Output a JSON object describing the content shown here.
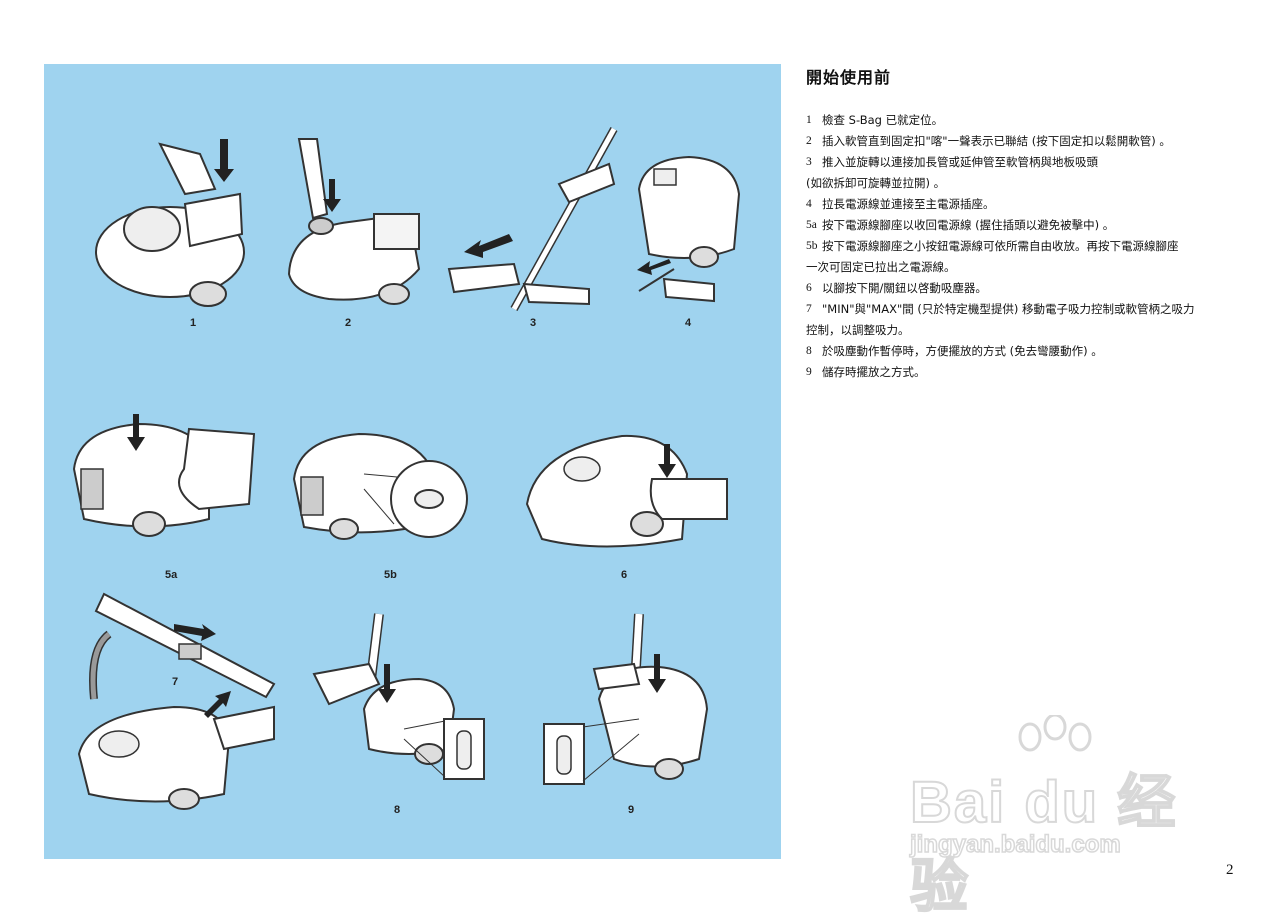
{
  "title": "開始使用前",
  "figure_labels": [
    "1",
    "2",
    "3",
    "4",
    "5a",
    "5b",
    "6",
    "7",
    "8",
    "9"
  ],
  "steps": [
    {
      "num": "1",
      "text": "檢查 S-Bag 已就定位。"
    },
    {
      "num": "2",
      "text": "插入軟管直到固定扣\"喀\"一聲表示已聯結 (按下固定扣以鬆開軟管) 。"
    },
    {
      "num": "3",
      "text": "推入並旋轉以連接加長管或延伸管至軟管柄與地板吸頭",
      "cont": "(如欲拆卸可旋轉並拉開) 。"
    },
    {
      "num": "4",
      "text": "拉長電源線並連接至主電源插座。"
    },
    {
      "num": "5a",
      "text": "按下電源線腳座以收回電源線 (握住插頭以避免被擊中) 。"
    },
    {
      "num": "5b",
      "text": "按下電源線腳座之小按鈕電源線可依所需自由收放。再按下電源線腳座",
      "cont": "一次可固定已拉出之電源線。"
    },
    {
      "num": "6",
      "text": "以腳按下開/關鈕以啓動吸塵器。"
    },
    {
      "num": "7",
      "text": "\"MIN\"與\"MAX\"間 (只於特定機型提供) 移動電子吸力控制或軟管柄之吸力",
      "cont": "控制，以調整吸力。"
    },
    {
      "num": "8",
      "text": "於吸塵動作暫停時，方便擺放的方式 (免去彎腰動作) 。"
    },
    {
      "num": "9",
      "text": "儲存時擺放之方式。"
    }
  ],
  "watermark": {
    "logo": "Bai du 经验",
    "url": "jingyan.baidu.com"
  },
  "page_number": "2",
  "colors": {
    "panel": "#9fd3ef",
    "line": "#333333",
    "fill": "#ffffff"
  }
}
